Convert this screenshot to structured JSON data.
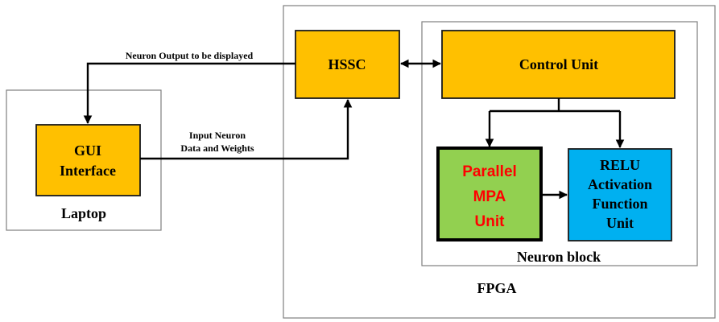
{
  "colors": {
    "orange_block": "#FFC000",
    "green_block": "#92D050",
    "blue_block": "#00B0F0",
    "red_text": "#FF0000",
    "line": "#000000",
    "container_border": "#7F7F7F"
  },
  "containers": {
    "fpga": "FPGA",
    "laptop": "Laptop",
    "neuron_block": "Neuron block"
  },
  "blocks": {
    "gui": [
      "GUI",
      "Interface"
    ],
    "hssc": "HSSC",
    "control_unit": "Control Unit",
    "mpa": [
      "Parallel",
      "MPA",
      "Unit"
    ],
    "relu": [
      "RELU",
      "Activation",
      "Function",
      "Unit"
    ]
  },
  "connections": {
    "output_label": "Neuron Output to be displayed",
    "input_label": [
      "Input Neuron",
      "Data and Weights"
    ]
  }
}
